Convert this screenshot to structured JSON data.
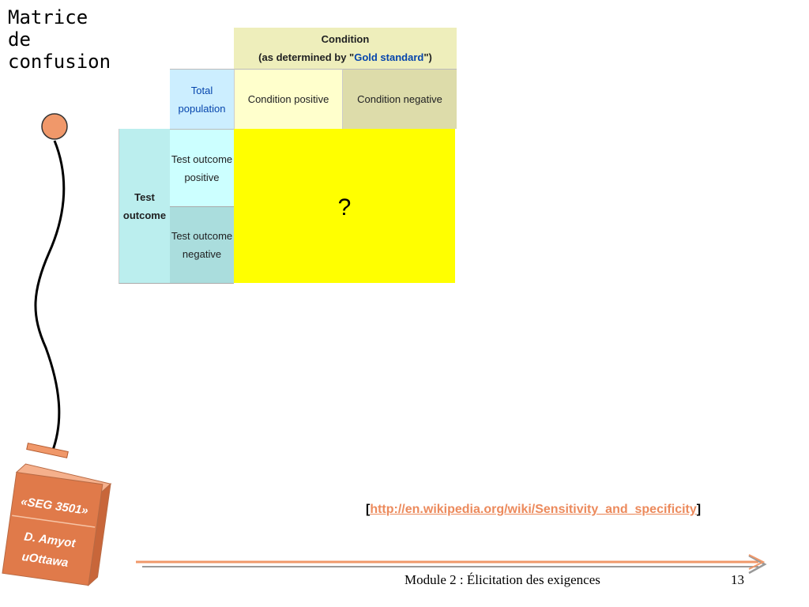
{
  "slide": {
    "title_lines": [
      "Matrice",
      "de",
      "confusion"
    ]
  },
  "matrix": {
    "condition_header_line1": "Condition",
    "condition_header_line2_prefix": "(as determined by \"",
    "condition_header_gold": "Gold standard",
    "condition_header_line2_suffix": "\")",
    "total_population": "Total population",
    "condition_positive": "Condition positive",
    "condition_negative": "Condition negative",
    "test_outcome": "Test outcome",
    "test_outcome_positive": "Test outcome positive",
    "test_outcome_negative": "Test outcome negative",
    "question_mark": "?"
  },
  "reference": {
    "open_bracket": "[",
    "url": "http://en.wikipedia.org/wiki/Sensitivity_and_specificity",
    "close_bracket": "]"
  },
  "badge": {
    "line1": "«SEG 3501»",
    "line2": "D. Amyot",
    "line3": "uOttawa"
  },
  "footer": {
    "module": "Module 2 : Élicitation des exigences",
    "page": "13"
  },
  "colors": {
    "accent_orange": "#f0986a",
    "link": "#ec8a5c",
    "yellow": "#ffff00"
  }
}
